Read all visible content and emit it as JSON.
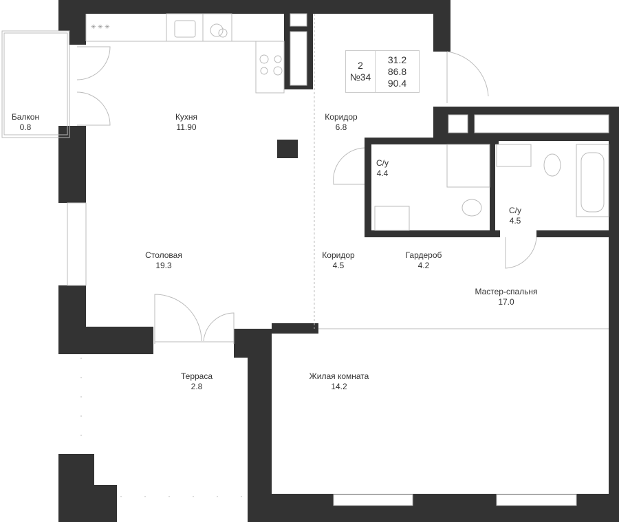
{
  "info": {
    "rooms": "2",
    "number": "№34",
    "areas": [
      "31.2",
      "86.8",
      "90.4"
    ]
  },
  "rooms": [
    {
      "name": "Балкон",
      "area": "0.8"
    },
    {
      "name": "Кухня",
      "area": "11.90"
    },
    {
      "name": "Коридор",
      "area": "6.8"
    },
    {
      "name": "С/у",
      "area": "4.4"
    },
    {
      "name": "С/у",
      "area": "4.5"
    },
    {
      "name": "Столовая",
      "area": "19.3"
    },
    {
      "name": "Коридор",
      "area": "4.5"
    },
    {
      "name": "Гардероб",
      "area": "4.2"
    },
    {
      "name": "Мастер-спальня",
      "area": "17.0"
    },
    {
      "name": "Терраса",
      "area": "2.8"
    },
    {
      "name": "Жилая комната",
      "area": "14.2"
    }
  ],
  "colors": {
    "wall": "#333333",
    "line": "#bbbbbb"
  }
}
